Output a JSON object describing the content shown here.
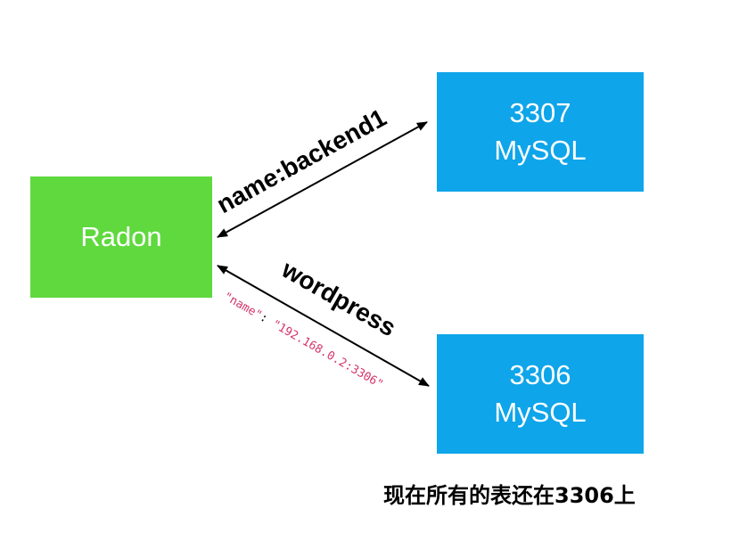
{
  "nodes": {
    "radon": {
      "label": "Radon",
      "color": "#5fd93e"
    },
    "mysql_3307": {
      "port": "3307",
      "label": "MySQL",
      "color": "#0ea5ea"
    },
    "mysql_3306": {
      "port": "3306",
      "label": "MySQL",
      "color": "#0ea5ea"
    }
  },
  "edges": {
    "upper": {
      "label": "name:backend1"
    },
    "lower": {
      "label": "wordpress",
      "json_key": "\"name\"",
      "json_sep": ": ",
      "json_value": "\"192.168.0.2:3306\"",
      "json_color": "#d6336c"
    }
  },
  "footer": {
    "note": "现在所有的表还在3306上"
  }
}
